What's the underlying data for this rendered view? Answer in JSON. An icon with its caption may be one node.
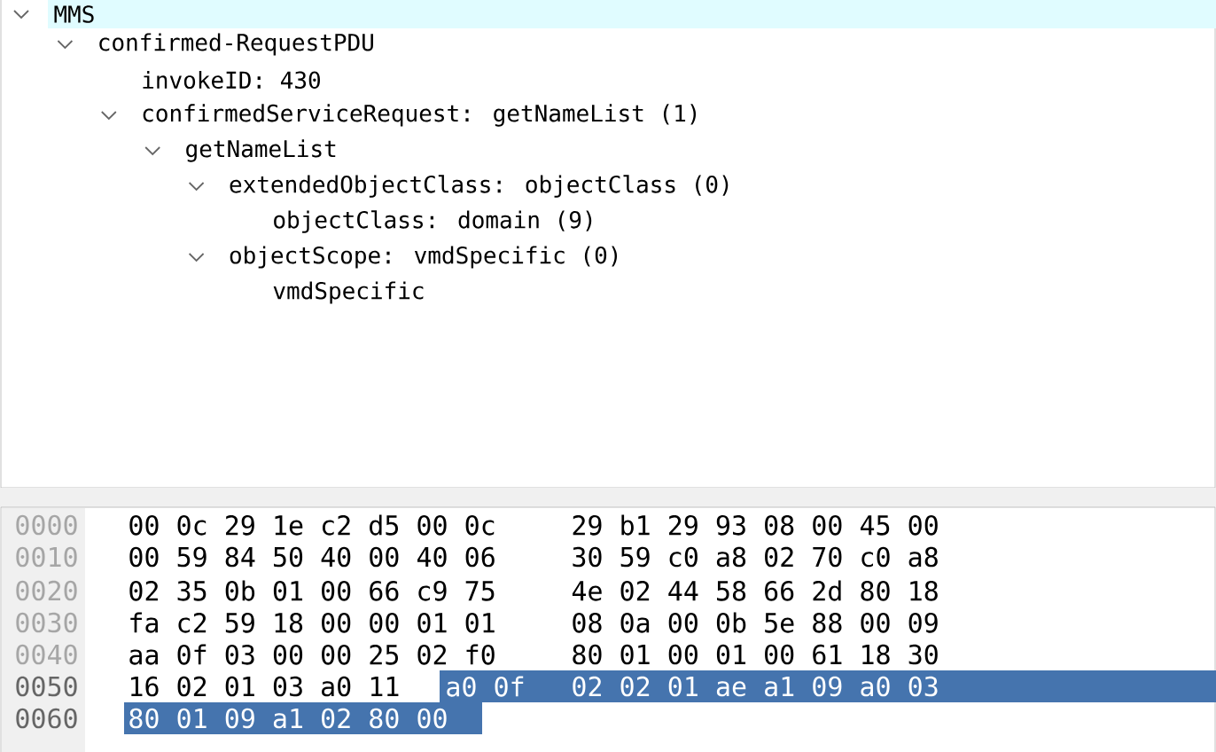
{
  "diagram": {
    "labels": [
      "MMS",
      "confirmed-RequestPDU",
      "invokeID: 430",
      "confirmedServiceRequest: getNameList (1)",
      "getNameList",
      "extendedObjectClass: objectClass (0)",
      "objectClass: domain (9)",
      "objectScope: vmdSpecific (0)",
      "vmdSpecific",
      "0000",
      "00 0c 29 1e c2 d5 00 0c",
      "29 b1 29 93 08 00 45 00",
      "0010",
      "00 59 84 50 40 00 40 06",
      "30 59 c0 a8 02 70 c0 a8",
      "0020",
      "02 35 0b 01 00 66 c9 75",
      "4e 02 44 58 66 2d 80 18",
      "0030",
      "fa c2 59 18 00 00 01 01",
      "08 0a 00 0b 5e 88 00 09",
      "0040",
      "aa 0f 03 00 00 25 02 f0",
      "80 01 00 01 00 61 18 30",
      "0050",
      "16 02 01 03 a0 11",
      "a0 0f",
      "02 02 01 ae a1 09 a0 03",
      "0060",
      "80 01 09 a1 02 80 00"
    ]
  }
}
